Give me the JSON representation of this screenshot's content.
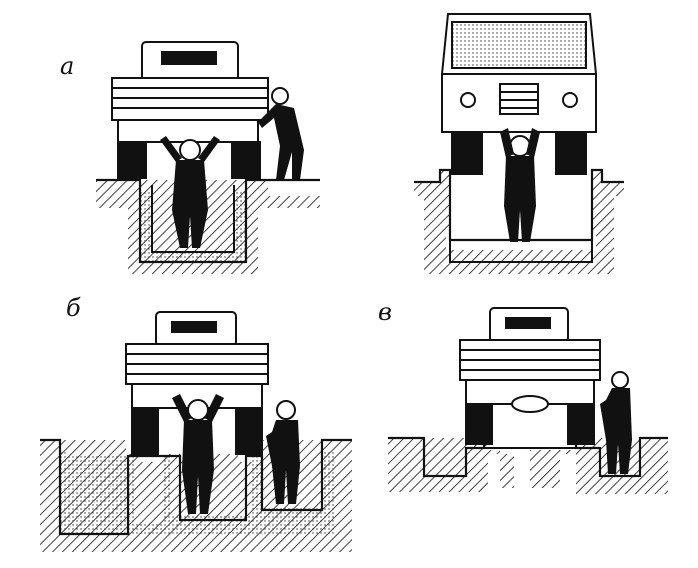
{
  "labels": {
    "a": "а",
    "b": "б",
    "v": "в"
  },
  "colors": {
    "ink": "#111111",
    "paper": "#ffffff"
  },
  "icons": [
    "truck-rear-icon",
    "mechanic-figure-icon",
    "inspection-pit-icon"
  ]
}
